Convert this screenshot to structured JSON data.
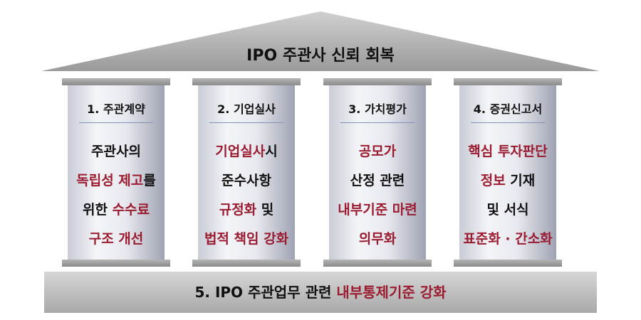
{
  "roof": {
    "title": "IPO 주관사 신뢰 회복"
  },
  "pillars": [
    {
      "title": "1. 주관계약",
      "lines": [
        [
          {
            "t": "주관사의",
            "red": false
          }
        ],
        [
          {
            "t": "독립성 제고",
            "red": true
          },
          {
            "t": "를",
            "red": false
          }
        ],
        [
          {
            "t": "위한 ",
            "red": false
          },
          {
            "t": "수수료",
            "red": true
          }
        ],
        [
          {
            "t": "구조 개선",
            "red": true
          }
        ]
      ]
    },
    {
      "title": "2. 기업실사",
      "lines": [
        [
          {
            "t": "기업실사",
            "red": true
          },
          {
            "t": "시",
            "red": false
          }
        ],
        [
          {
            "t": "준수사항",
            "red": false
          }
        ],
        [
          {
            "t": "규정화",
            "red": true
          },
          {
            "t": " 및",
            "red": false
          }
        ],
        [
          {
            "t": "법적 책임 강화",
            "red": true
          }
        ]
      ]
    },
    {
      "title": "3. 가치평가",
      "lines": [
        [
          {
            "t": "공모가",
            "red": true
          }
        ],
        [
          {
            "t": "산정 관련",
            "red": false
          }
        ],
        [
          {
            "t": "내부기준 마련",
            "red": true
          }
        ],
        [
          {
            "t": "의무화",
            "red": true
          }
        ]
      ]
    },
    {
      "title": "4. 증권신고서",
      "lines": [
        [
          {
            "t": "핵심 투자판단",
            "red": true
          }
        ],
        [
          {
            "t": "정보",
            "red": true
          },
          {
            "t": " 기재",
            "red": false
          }
        ],
        [
          {
            "t": "및 서식",
            "red": false
          }
        ],
        [
          {
            "t": "표준화 · 간소화",
            "red": true
          }
        ]
      ]
    }
  ],
  "base": {
    "prefix": "5. IPO 주관업무 관련 ",
    "highlight": "내부통제기준 강화"
  },
  "colors": {
    "accent_red": "#9b1b30"
  }
}
